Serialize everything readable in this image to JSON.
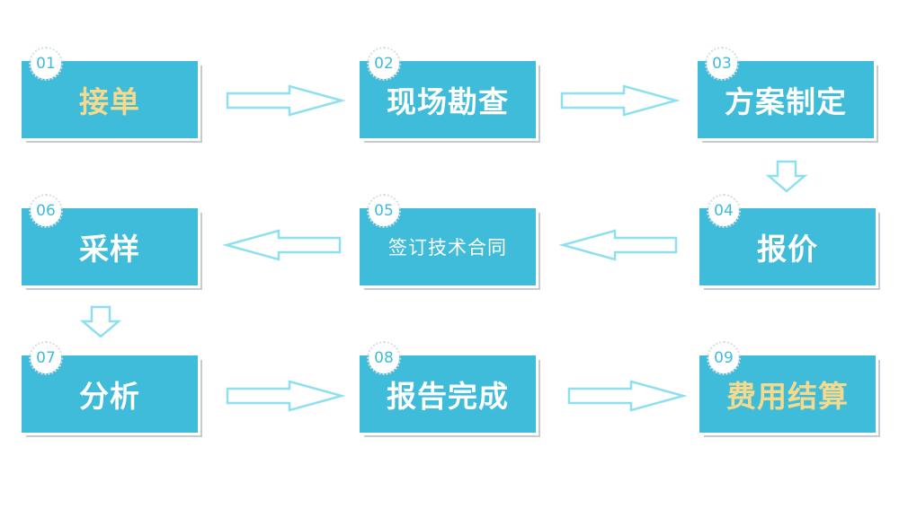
{
  "steps": [
    {
      "num": "01",
      "label": "接单"
    },
    {
      "num": "02",
      "label": "现场勘查"
    },
    {
      "num": "03",
      "label": "方案制定"
    },
    {
      "num": "04",
      "label": "报价"
    },
    {
      "num": "05",
      "label": "签订技术合同"
    },
    {
      "num": "06",
      "label": "采样"
    },
    {
      "num": "07",
      "label": "分析"
    },
    {
      "num": "08",
      "label": "报告完成"
    },
    {
      "num": "09",
      "label": "费用结算"
    }
  ],
  "colors": {
    "box": "#3fbcd9",
    "accent_text": "#f5d98c",
    "arrow_outline": "#8ee0f0",
    "shadow": "#c4ccd2"
  }
}
